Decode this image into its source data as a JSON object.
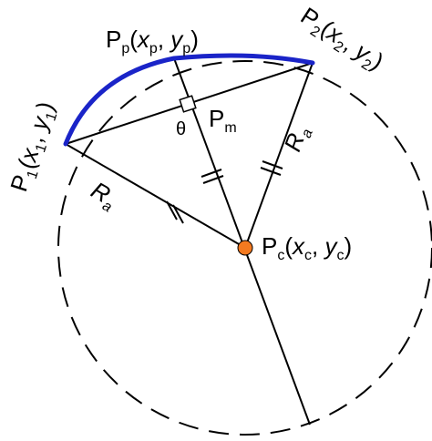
{
  "colors": {
    "arc": "#1a24c8",
    "center_point": "#f47a20",
    "stroke": "#000000"
  },
  "labels": {
    "p1": {
      "P": "P",
      "sub": "1",
      "open": "(",
      "x": "x",
      "xs": "1",
      "comma": ", ",
      "y": "y",
      "ys": "1",
      "close": ")"
    },
    "p2": {
      "P": "P",
      "sub": "2",
      "open": "(",
      "x": "x",
      "xs": "2",
      "comma": ", ",
      "y": "y",
      "ys": "2",
      "close": ")"
    },
    "pp": {
      "P": "P",
      "sub": "p",
      "open": "(",
      "x": "x",
      "xs": "p",
      "comma": ", ",
      "y": "y",
      "ys": "p",
      "close": ")"
    },
    "pc": {
      "P": "P",
      "sub": "c",
      "open": "(",
      "x": "x",
      "xs": "c",
      "comma": ", ",
      "y": "y",
      "ys": "c",
      "close": ")"
    },
    "pm": {
      "P": "P",
      "sub": "m"
    },
    "theta": "θ",
    "ra_left": {
      "R": "R",
      "sub": "a"
    },
    "ra_right": {
      "R": "R",
      "sub": "a"
    }
  }
}
